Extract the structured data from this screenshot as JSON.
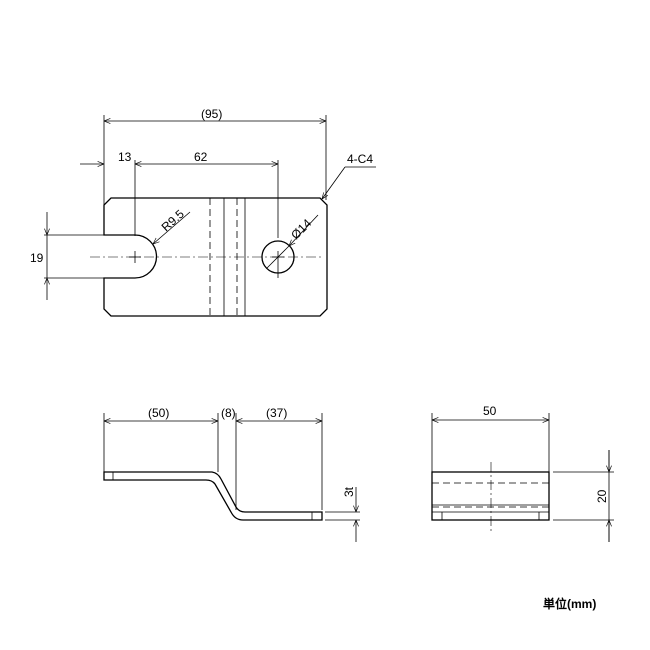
{
  "top_view": {
    "overall_length": "(95)",
    "slot_offset": "13",
    "hole_pitch": "62",
    "chamfer": "4-C4",
    "slot_width": "19",
    "slot_radius": "R9.5",
    "hole_diameter": "Ø14"
  },
  "side_view": {
    "upper_length": "(50)",
    "offset_length": "(8)",
    "lower_length": "(37)",
    "thickness": "3t"
  },
  "end_view": {
    "width": "50",
    "height": "20"
  },
  "unit_label": "単位(mm)"
}
